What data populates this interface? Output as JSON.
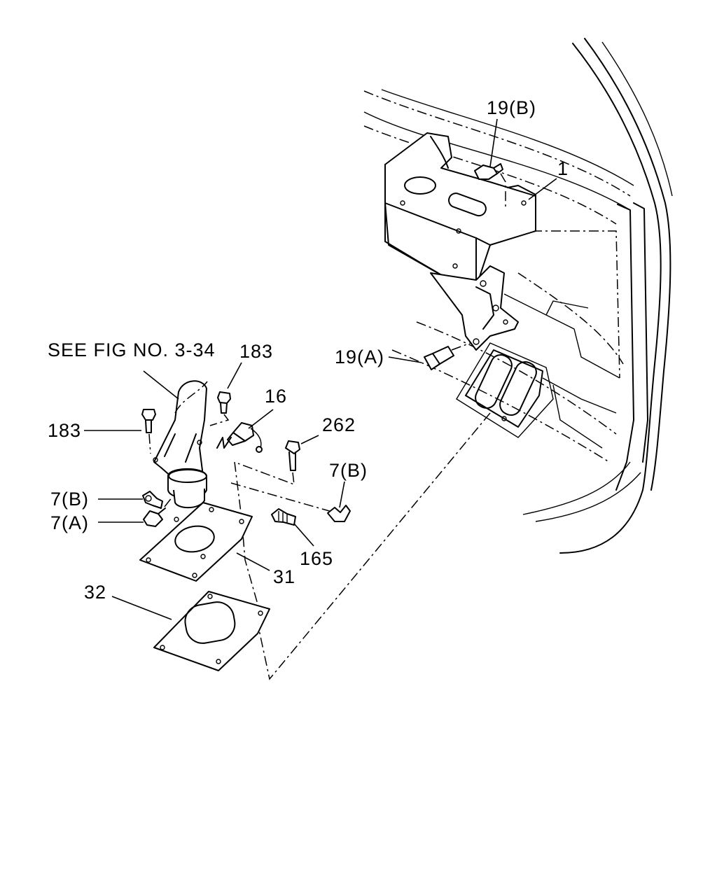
{
  "diagram": {
    "callouts": {
      "see_fig": "SEE FIG NO. 3-34",
      "p183_top": "183",
      "p183_left": "183",
      "p16": "16",
      "p262": "262",
      "p7b_right": "7(B)",
      "p7b_left": "7(B)",
      "p7a": "7(A)",
      "p165": "165",
      "p31": "31",
      "p32": "32",
      "p19a": "19(A)",
      "p19b": "19(B)",
      "p1": "1"
    }
  }
}
